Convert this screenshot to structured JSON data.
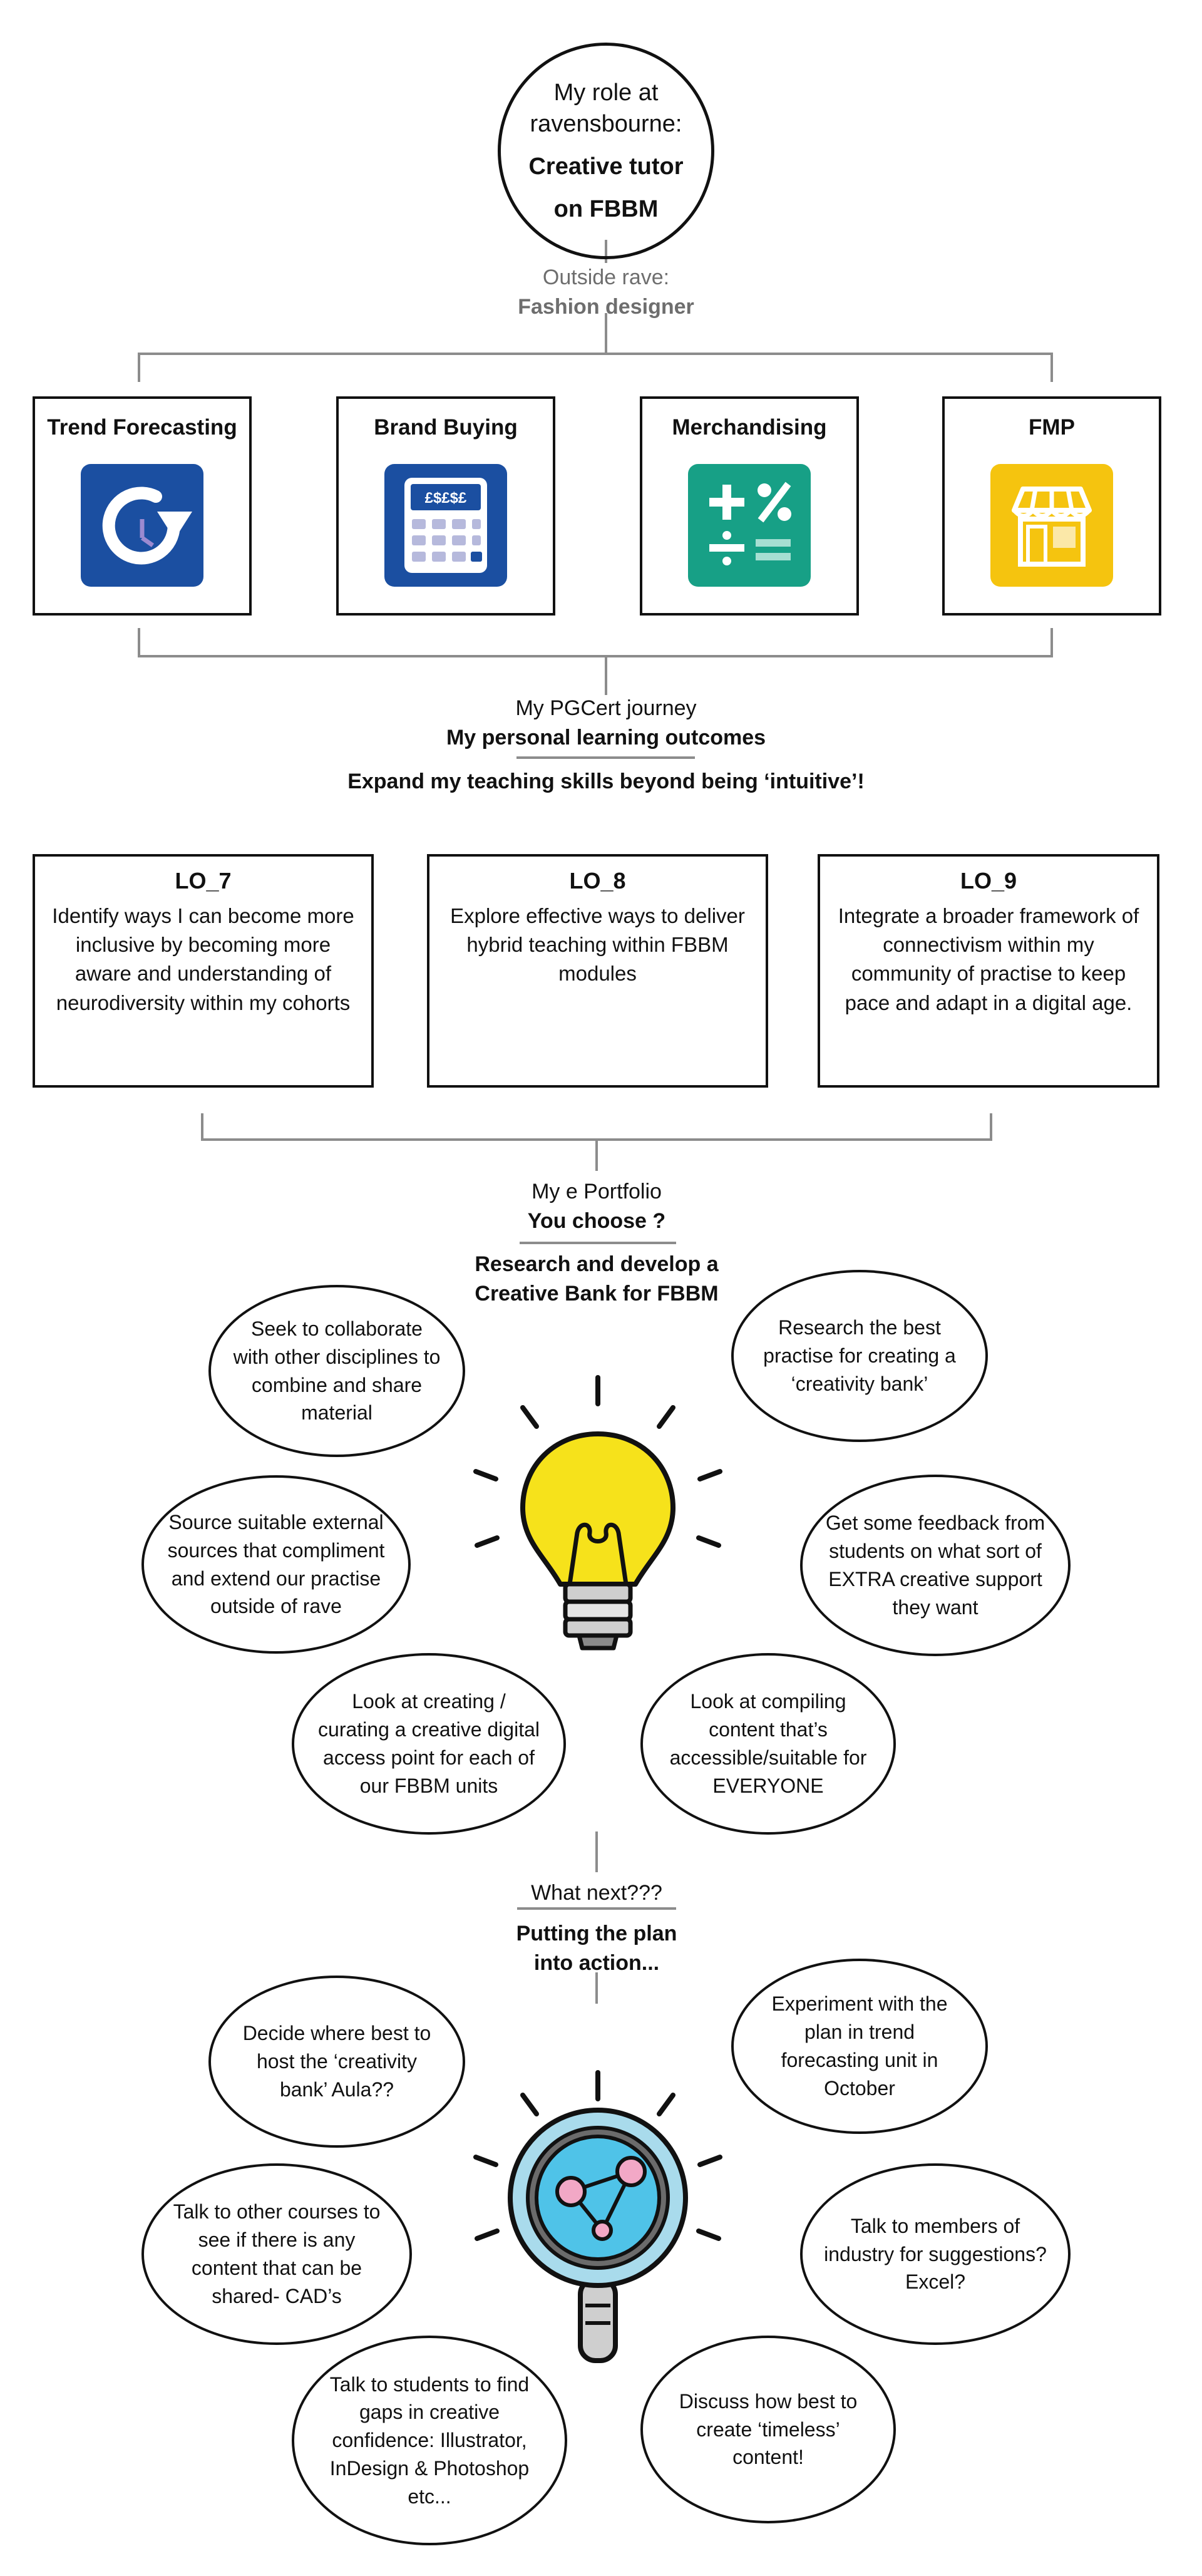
{
  "role": {
    "line1": "My role at",
    "line2": "ravensbourne:",
    "title_line1": "Creative tutor",
    "title_line2": "on FBBM"
  },
  "outside": {
    "label": "Outside rave:",
    "role": "Fashion designer"
  },
  "units": [
    {
      "title": "Trend Forecasting",
      "icon": "clock-arrow-icon",
      "color": "#1b4fa1"
    },
    {
      "title": "Brand Buying",
      "icon": "calculator-icon",
      "color": "#1b4fa1"
    },
    {
      "title": "Merchandising",
      "icon": "math-symbols-icon",
      "color": "#17a086"
    },
    {
      "title": "FMP",
      "icon": "shopfront-icon",
      "color": "#f5c40f"
    }
  ],
  "calc_keys": "£$£$£",
  "pgcert": {
    "label": "My PGCert journey",
    "title": "My personal learning outcomes",
    "goal": "Expand my teaching skills beyond being ‘intuitive’!"
  },
  "outcomes": [
    {
      "title": "LO_7",
      "text": "Identify ways I can become more inclusive by becoming more aware and understanding of neurodiversity within my cohorts"
    },
    {
      "title": "LO_8",
      "text": "Explore effective ways to deliver hybrid teaching within FBBM modules"
    },
    {
      "title": "LO_9",
      "text": "Integrate a broader framework of connectivism within my community of practise to keep pace and adapt in a digital age."
    }
  ],
  "portfolio": {
    "label": "My e Portfolio",
    "title": "You choose ?",
    "project_line1": "Research and develop a",
    "project_line2": "Creative Bank for FBBM"
  },
  "ideas": [
    "Seek to collaborate with other disciplines to combine and share material",
    "Research the best practise for creating a ‘creativity bank’",
    "Source suitable external sources that compliment and extend our practise outside of rave",
    "Get some feedback from students on what sort of EXTRA creative support they want",
    "Look at creating / curating a creative digital access point for each of our FBBM units",
    "Look at compiling content that’s accessible/suitable for EVERYONE"
  ],
  "next": {
    "label": "What next???",
    "title_line1": "Putting the plan",
    "title_line2": "into action..."
  },
  "actions": [
    "Decide where best to host the ‘creativity bank’ Aula??",
    "Experiment with the plan in trend forecasting unit in October",
    "Talk to other courses to see if there is any content that can be shared- CAD’s",
    "Talk to members of industry for suggestions? Excel?",
    "Talk to students to find gaps in creative confidence: Illustrator, InDesign & Photoshop etc...",
    "Discuss how best to create ‘timeless’ content!"
  ],
  "colors": {
    "bulb": "#f6e21b",
    "lens": "#a9dbec",
    "lens_center": "#4fc3e8",
    "node": "#f2a8c6"
  }
}
